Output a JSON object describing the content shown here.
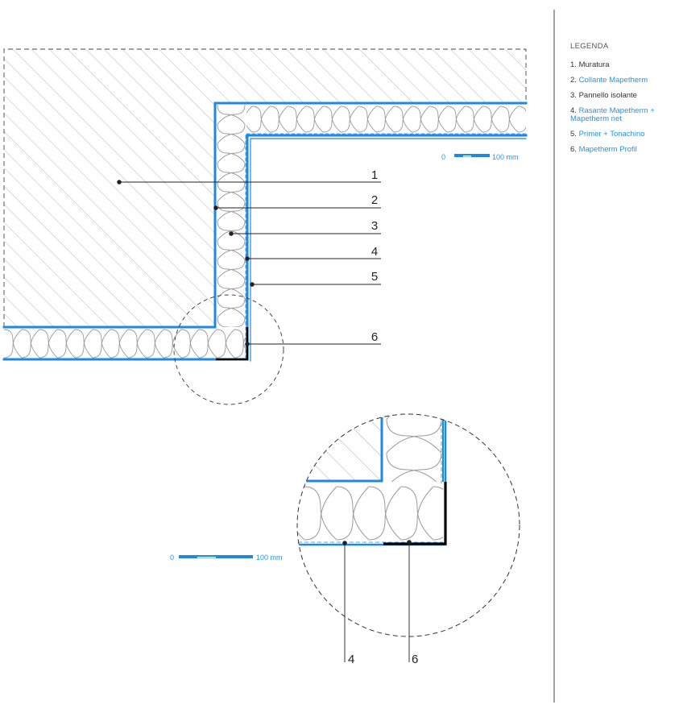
{
  "legend": {
    "title": "LEGENDA",
    "items": [
      {
        "num": "1.",
        "text": "Muratura",
        "color": "#333333"
      },
      {
        "num": "2.",
        "text": "Collante Mapetherm",
        "color": "#2196e6"
      },
      {
        "num": "3.",
        "text": "Pannello isolante",
        "color": "#333333"
      },
      {
        "num": "4.",
        "text": "Rasante Mapetherm + Mapetherm net",
        "color": "#2196e6"
      },
      {
        "num": "5.",
        "text": "Primer + Tonachino",
        "color": "#2196e6"
      },
      {
        "num": "6.",
        "text": "Mapetherm Profil",
        "color": "#2196e6"
      }
    ]
  },
  "callouts": {
    "c1": "1",
    "c2": "2",
    "c3": "3",
    "c4": "4",
    "c5": "5",
    "c6": "6",
    "detail_4": "4",
    "detail_6": "6"
  },
  "scale_bars": {
    "top": {
      "start": "0",
      "end": "100 mm"
    },
    "bottom": {
      "start": "0",
      "end": "100 mm"
    }
  },
  "colors": {
    "accent_blue": "#1e88e5",
    "line": "#444444",
    "profile": "#000000"
  }
}
